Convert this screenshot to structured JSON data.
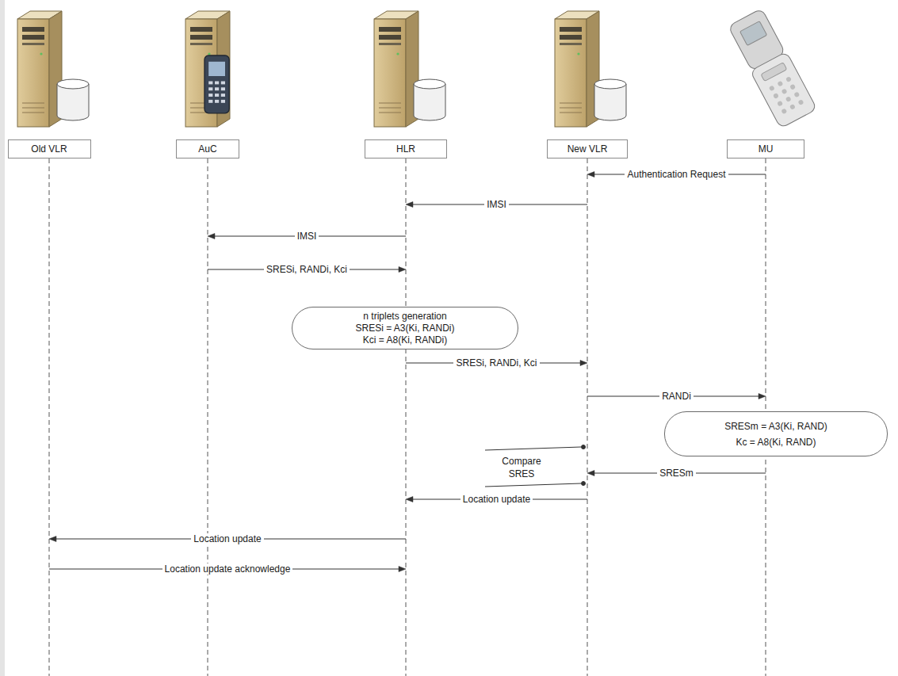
{
  "diagram": {
    "nodes": [
      {
        "text": [
          "Old VLR"
        ]
      },
      {
        "text": [
          "AuC"
        ]
      },
      {
        "text": [
          "HLR"
        ]
      },
      {
        "text": [
          "New VLR"
        ]
      },
      {
        "text": [
          "MU"
        ]
      },
      {
        "text": [
          "n triplets generation",
          "SRESi = A3(Ki, RANDi)",
          "Kci = A8(Ki, RANDi)"
        ]
      },
      {
        "text": [
          "SRESm = A3(Ki, RAND)",
          "Kc = A8(Ki, RAND)"
        ]
      }
    ],
    "edges": [
      {
        "from": 4,
        "to": 3,
        "label": "Authentication Request",
        "arrow": "to"
      },
      {
        "from": 3,
        "to": 2,
        "label": "IMSI",
        "arrow": "to"
      },
      {
        "from": 2,
        "to": 1,
        "label": "IMSI",
        "arrow": "to"
      },
      {
        "from": 1,
        "to": 2,
        "label": "SRESi, RANDi, Kci",
        "arrow": "to"
      },
      {
        "from": 2,
        "to": 3,
        "label": "SRESi, RANDi, Kci",
        "arrow": "to"
      },
      {
        "from": 3,
        "to": 4,
        "label": "RANDi",
        "arrow": "to"
      },
      {
        "from": 4,
        "to": 3,
        "label": "SRESm",
        "arrow": "to"
      },
      {
        "from": 3,
        "to": 2,
        "label": "Location update",
        "arrow": "to"
      },
      {
        "from": 2,
        "to": 0,
        "label": "Location update",
        "arrow": "to"
      },
      {
        "from": 0,
        "to": 2,
        "label": "Location update acknowledge",
        "arrow": "to"
      }
    ],
    "labels": [
      "Compare SRES"
    ]
  }
}
